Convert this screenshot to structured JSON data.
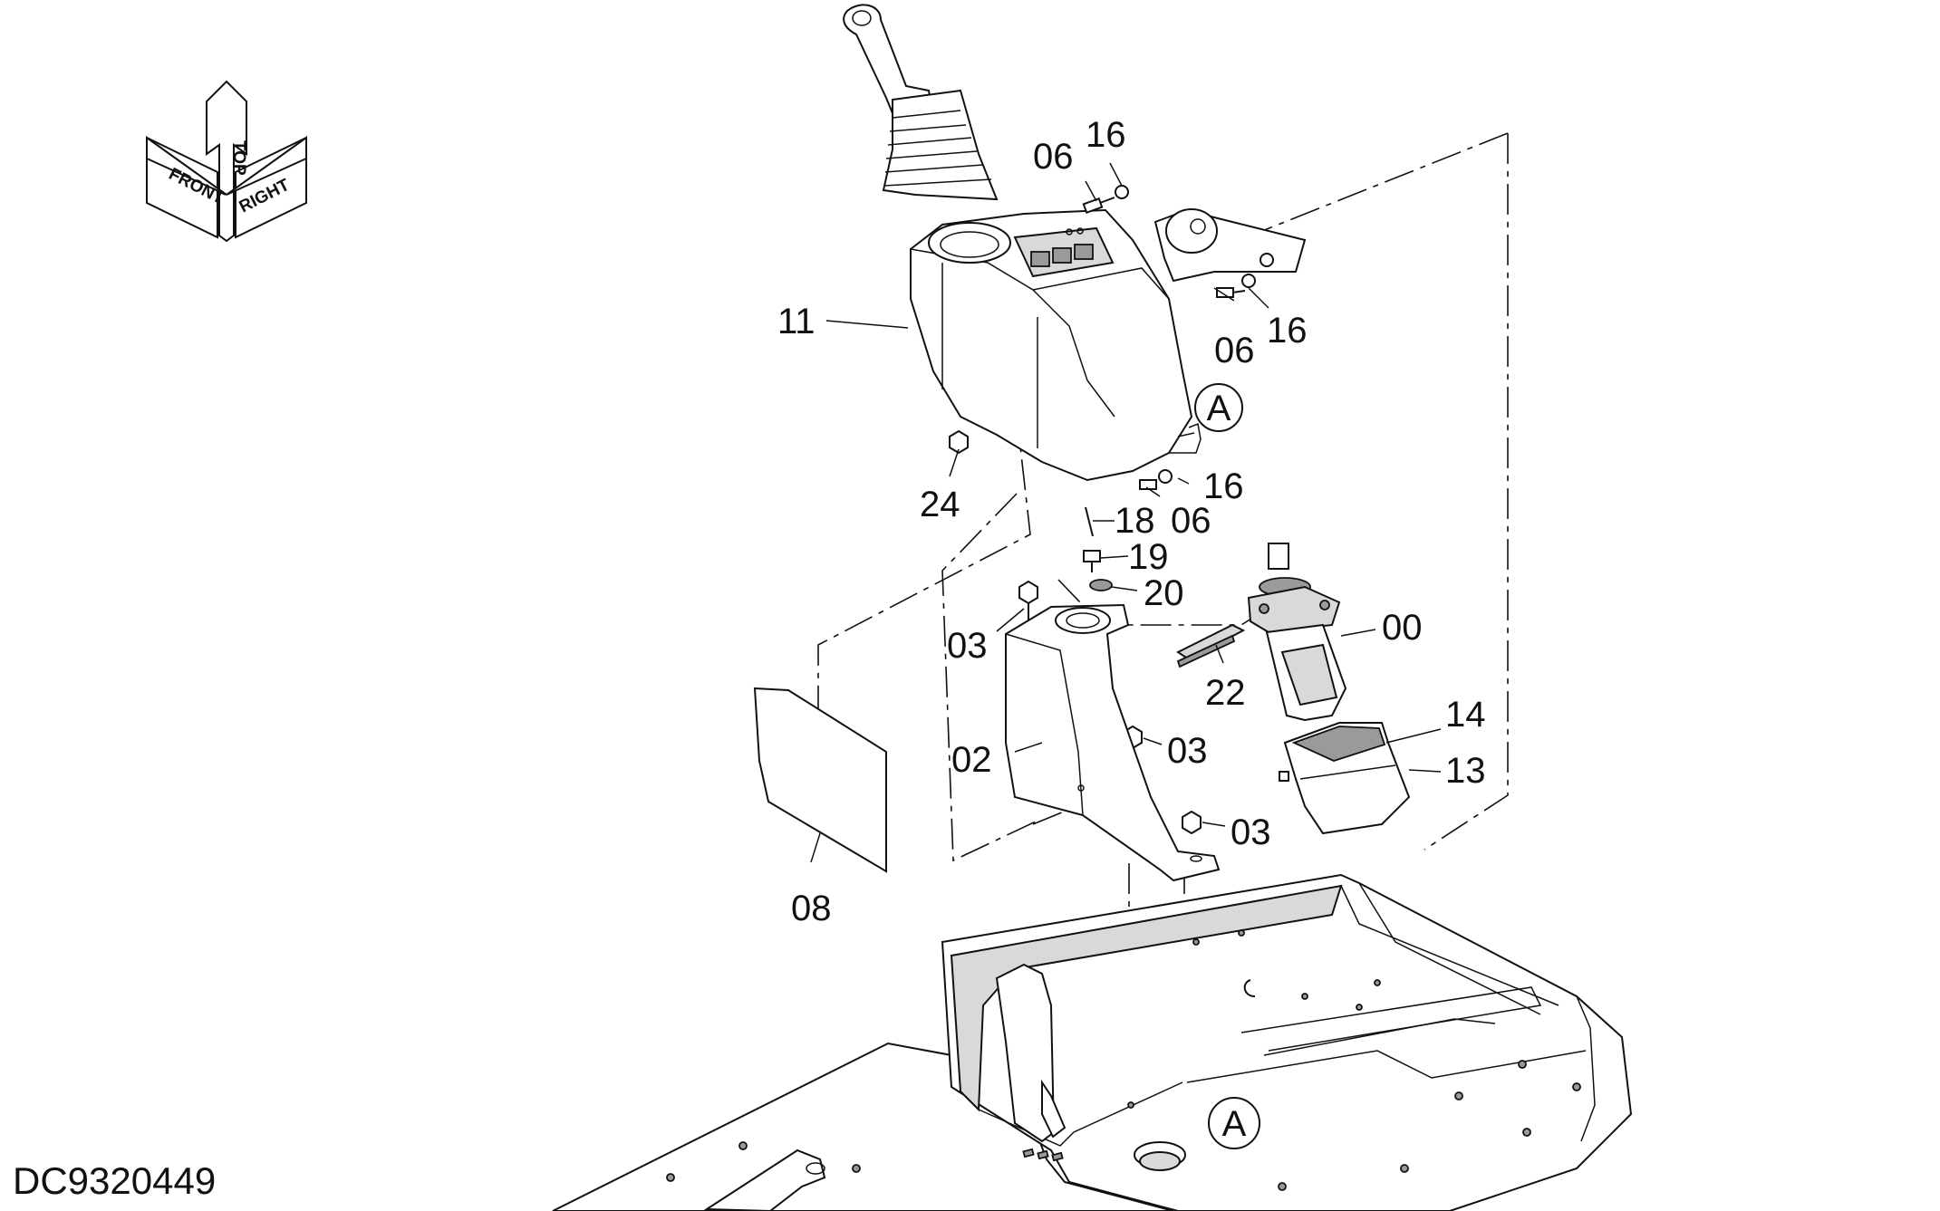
{
  "drawing_code": "DC9320449",
  "orientation": {
    "front": "FRONT",
    "top": "TOP",
    "right": "RIGHT"
  },
  "callouts": [
    {
      "id": "c-06-top",
      "text": "06"
    },
    {
      "id": "c-16-top",
      "text": "16"
    },
    {
      "id": "c-11",
      "text": "11"
    },
    {
      "id": "c-06-mid",
      "text": "06"
    },
    {
      "id": "c-16-mid",
      "text": "16"
    },
    {
      "id": "c-A-upper",
      "text": "A"
    },
    {
      "id": "c-24",
      "text": "24"
    },
    {
      "id": "c-16-low",
      "text": "16"
    },
    {
      "id": "c-06-low",
      "text": "06"
    },
    {
      "id": "c-18",
      "text": "18"
    },
    {
      "id": "c-19",
      "text": "19"
    },
    {
      "id": "c-20",
      "text": "20"
    },
    {
      "id": "c-03-a",
      "text": "03"
    },
    {
      "id": "c-00",
      "text": "00"
    },
    {
      "id": "c-22",
      "text": "22"
    },
    {
      "id": "c-14",
      "text": "14"
    },
    {
      "id": "c-02",
      "text": "02"
    },
    {
      "id": "c-03-b",
      "text": "03"
    },
    {
      "id": "c-13",
      "text": "13"
    },
    {
      "id": "c-03-c",
      "text": "03"
    },
    {
      "id": "c-08",
      "text": "08"
    },
    {
      "id": "c-A-lower",
      "text": "A"
    }
  ]
}
